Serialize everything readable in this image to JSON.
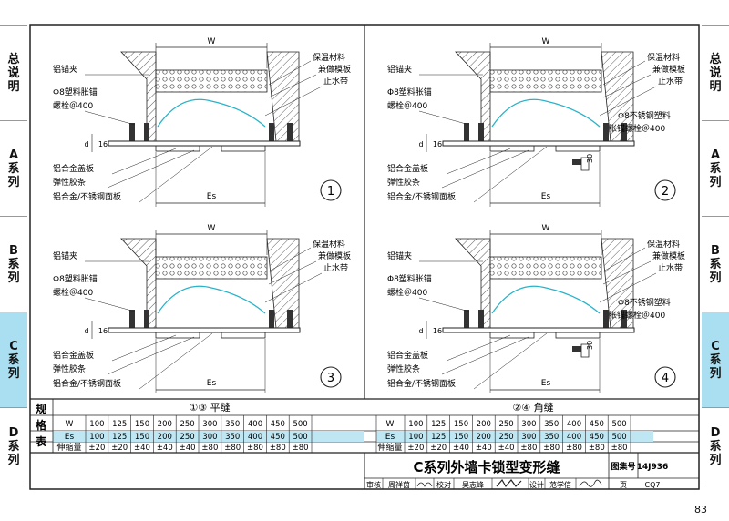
{
  "side_tabs": [
    {
      "label": "总说明",
      "highlight": false
    },
    {
      "label": "A系列",
      "highlight": false
    },
    {
      "label": "B系列",
      "highlight": false
    },
    {
      "label": "C系列",
      "highlight": true
    },
    {
      "label": "D系列",
      "highlight": false
    }
  ],
  "labels": {
    "width": "W",
    "es": "Es",
    "d": "d",
    "dim16": "16",
    "dim30": "30",
    "anchor_clip": "铝锚夹",
    "plastic_anchor": "Φ8塑料胀锚",
    "bolt": "螺栓＠400",
    "insulation": "保温材料",
    "formwork": "兼做模板",
    "waterstop": "止水带",
    "cover_plate": "铝合金盖板",
    "elastic_strip": "弹性胶条",
    "face_plate": "铝合金/不锈钢面板",
    "ss_anchor_1": "Φ8不锈钢塑料",
    "ss_anchor_2": "胀锚螺栓＠400"
  },
  "details": [
    "1",
    "2",
    "3",
    "4"
  ],
  "table": {
    "title": "规格表",
    "left_header": "①③ 平缝",
    "right_header": "②④ 角缝",
    "rows": [
      {
        "label": "W",
        "values": [
          "100",
          "125",
          "150",
          "200",
          "250",
          "300",
          "350",
          "400",
          "450",
          "500"
        ]
      },
      {
        "label": "Es",
        "values": [
          "100",
          "125",
          "150",
          "200",
          "250",
          "300",
          "350",
          "400",
          "450",
          "500"
        ]
      },
      {
        "label": "伸缩量",
        "values": [
          "±20",
          "±20",
          "±40",
          "±40",
          "±40",
          "±80",
          "±80",
          "±80",
          "±80",
          "±80"
        ]
      }
    ]
  },
  "title_block": {
    "title": "C系列外墙卡锁型变形缝",
    "atlas_label": "图集号",
    "atlas_no": "14J936",
    "review": "审核",
    "reviewer": "周祥茵",
    "check": "校对",
    "checker": "吴志峰",
    "design": "设计",
    "designer": "范学信",
    "page_label": "页",
    "page_code": "CQ7"
  },
  "page_number": "83",
  "colors": {
    "highlight_tab": "#a9dff0",
    "es_row": "#bfe6f3",
    "curve": "#29b3c9"
  }
}
